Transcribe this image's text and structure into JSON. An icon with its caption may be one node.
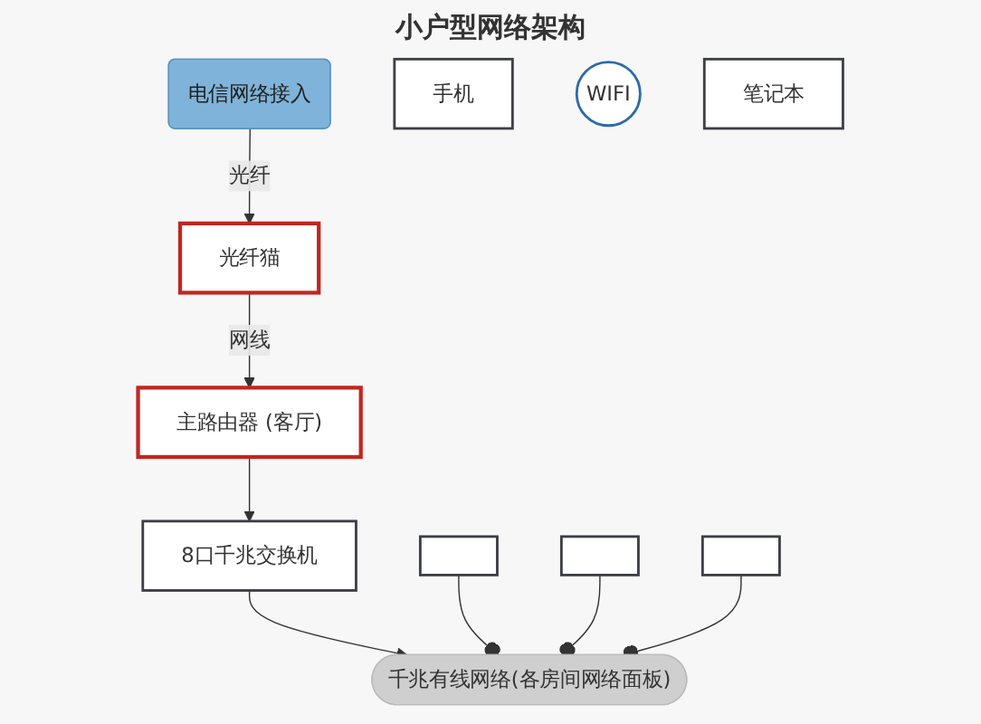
{
  "diagram": {
    "title": "小户型网络架构",
    "nodes": [
      {
        "text": [
          "电信网络接入"
        ]
      },
      {
        "text": [
          "光纤猫"
        ]
      },
      {
        "text": [
          "主路由器 (客厅)"
        ]
      },
      {
        "text": [
          "8口千兆交换机"
        ]
      },
      {
        "text": [
          "千兆有线网络(各房间网络面板)"
        ]
      },
      {
        "text": [
          "手机"
        ]
      },
      {
        "text": [
          "WIFI"
        ]
      },
      {
        "text": [
          "笔记本"
        ]
      },
      {
        "text": [],
        "shape": "box"
      },
      {
        "text": [],
        "shape": "box"
      },
      {
        "text": [],
        "shape": "box"
      }
    ],
    "edges": [
      {
        "from": 0,
        "to": 1,
        "arrow": "to",
        "label": "光纤"
      },
      {
        "from": 1,
        "to": 2,
        "arrow": "to",
        "label": "网线"
      },
      {
        "from": 2,
        "to": 3,
        "arrow": "to"
      },
      {
        "from": 3,
        "to": 4,
        "arrow": "to"
      },
      {
        "from": 8,
        "to": 4,
        "arrow": "other"
      },
      {
        "from": 9,
        "to": 4,
        "arrow": "other"
      },
      {
        "from": 10,
        "to": 4,
        "arrow": "other"
      }
    ]
  }
}
